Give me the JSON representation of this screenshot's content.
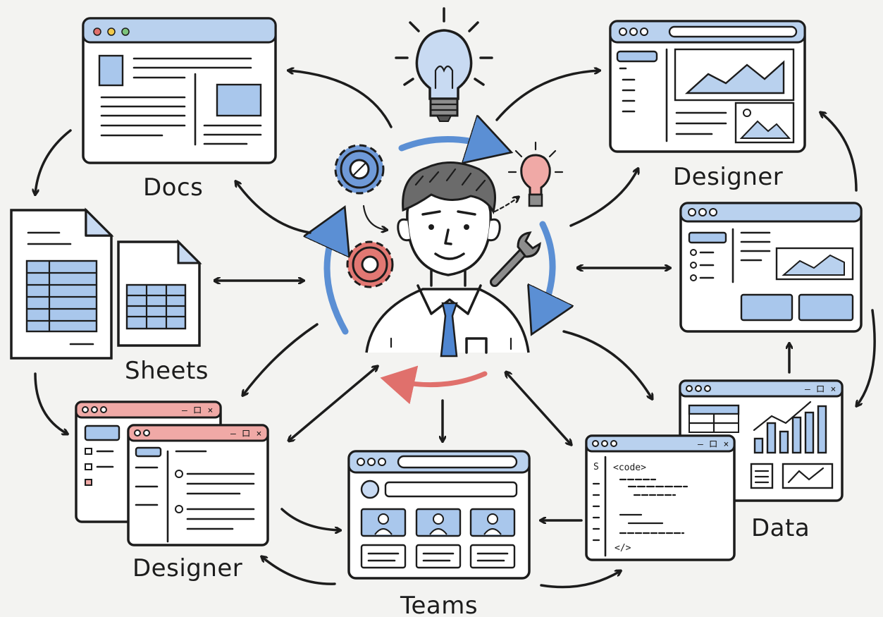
{
  "labels": {
    "docs": "Docs",
    "sheets": "Sheets",
    "designer_top": "Designer",
    "designer_bottom": "Designer",
    "teams": "Teams",
    "data": "Data"
  },
  "code_window": {
    "open_tag": "<code>",
    "close_tag": "</>",
    "side_marker": "S"
  },
  "window_controls": "– ロ ×",
  "icons": [
    "lightbulb-icon",
    "gear-icon",
    "wrench-icon",
    "user-avatar-icon",
    "image-icon"
  ],
  "colors": {
    "accent_blue": "#5b8fd4",
    "panel_blue": "#a9c7ec",
    "accent_red": "#e0706c",
    "ink": "#1c1c1c",
    "background": "#f3f3f1"
  }
}
